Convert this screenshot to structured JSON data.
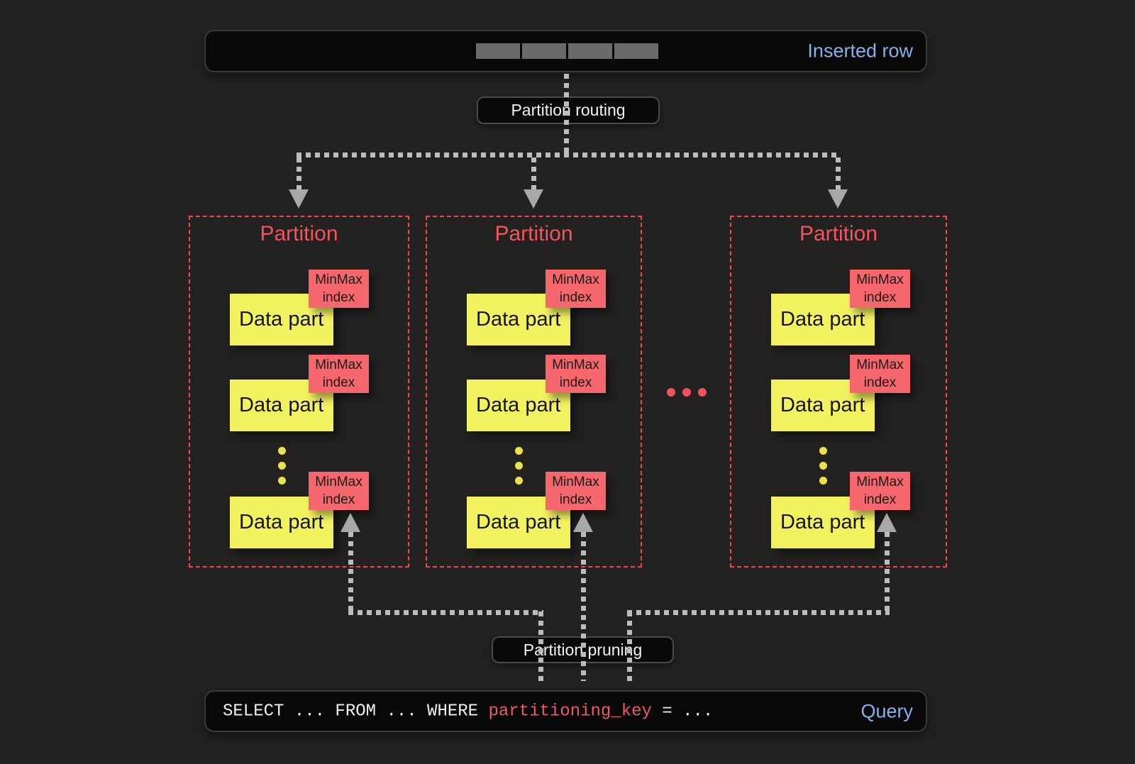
{
  "colors": {
    "background": "#232221",
    "panel_bg": "#090909",
    "accent_blue": "#84b1ec",
    "accent_red_title": "#f3555f",
    "partition_border_red": "#e94b55",
    "minmax_tag_red": "#f5676d",
    "data_part_yellow": "#f2f160",
    "arrow_gray": "#bcbcbc",
    "arrowhead_gray": "#a8a8a8",
    "row_cell_gray": "#6a6a6a",
    "label_text_white": "#f2f2f2",
    "sql_key_red": "#ef5964",
    "ellipsis_dot_yellow": "#e9e44b"
  },
  "inserted_row": {
    "label": "Inserted row",
    "cell_count": 4
  },
  "routing": {
    "label": "Partition routing"
  },
  "pruning": {
    "label": "Partition pruning"
  },
  "partitions": [
    {
      "title": "Partition",
      "parts": [
        {
          "part_label": "Data part",
          "index_label": "MinMax index"
        },
        {
          "part_label": "Data part",
          "index_label": "MinMax index"
        },
        {
          "part_label": "Data part",
          "index_label": "MinMax index"
        }
      ]
    },
    {
      "title": "Partition",
      "parts": [
        {
          "part_label": "Data part",
          "index_label": "MinMax index"
        },
        {
          "part_label": "Data part",
          "index_label": "MinMax index"
        },
        {
          "part_label": "Data part",
          "index_label": "MinMax index"
        }
      ]
    },
    {
      "title": "Partition",
      "parts": [
        {
          "part_label": "Data part",
          "index_label": "MinMax index"
        },
        {
          "part_label": "Data part",
          "index_label": "MinMax index"
        },
        {
          "part_label": "Data part",
          "index_label": "MinMax index"
        }
      ]
    }
  ],
  "query": {
    "sql_prefix": "SELECT ... FROM ... WHERE ",
    "sql_key": "partitioning_key",
    "sql_suffix": " = ...",
    "label": "Query"
  }
}
